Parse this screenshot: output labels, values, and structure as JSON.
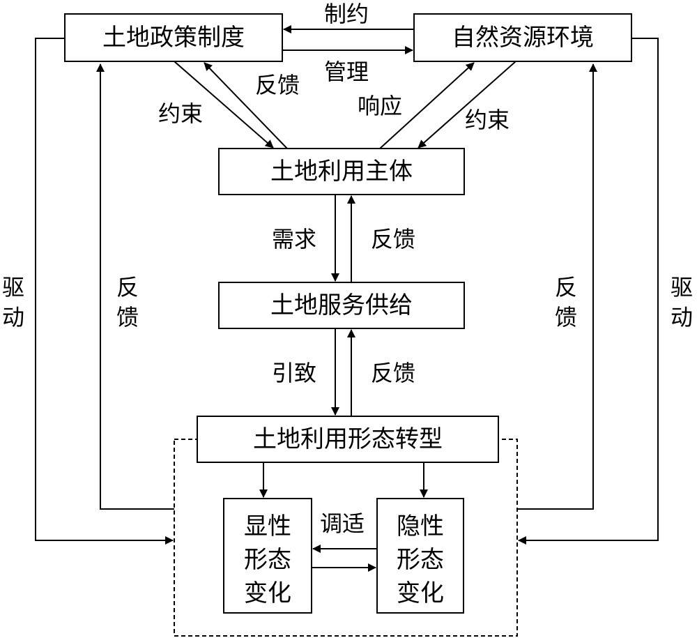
{
  "nodes": {
    "land_policy": "土地政策制度",
    "natural_env": "自然资源环境",
    "land_use_subject": "土地利用主体",
    "land_service_supply": "土地服务供给",
    "land_use_transition": "土地利用形态转型",
    "explicit_change": [
      "显性",
      "形态",
      "变化"
    ],
    "implicit_change": [
      "隐性",
      "形态",
      "变化"
    ]
  },
  "labels": {
    "constraint_top": "制约",
    "manage": "管理",
    "feedback_policy": "反馈",
    "constrain_left": "约束",
    "respond": "响应",
    "constrain_right": "约束",
    "demand": "需求",
    "feedback_subject": "反馈",
    "lead_to": "引致",
    "feedback_supply": "反馈",
    "adapt": "调适",
    "drive_left": [
      "驱",
      "动"
    ],
    "feedback_left": [
      "反",
      "馈"
    ],
    "feedback_right": [
      "反",
      "馈"
    ],
    "drive_right": [
      "驱",
      "动"
    ]
  }
}
